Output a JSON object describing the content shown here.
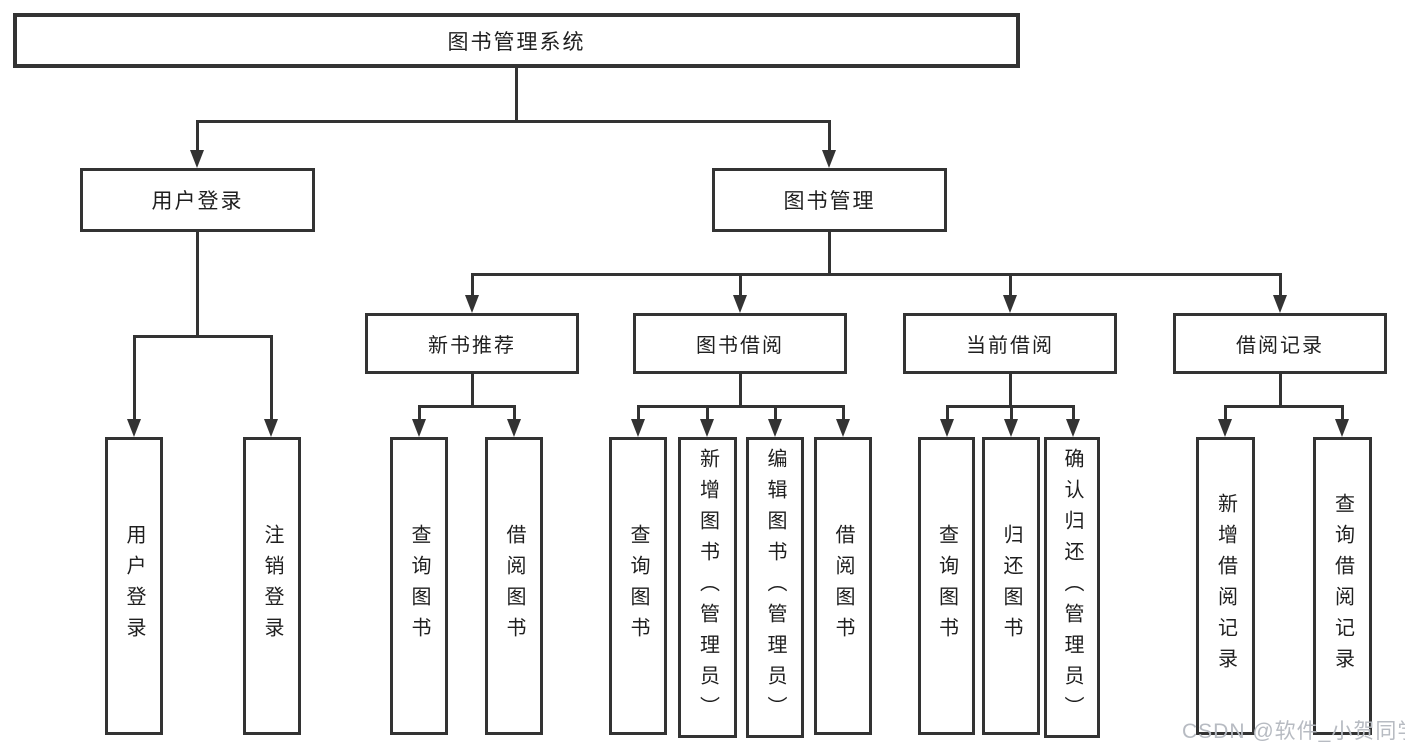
{
  "diagram": {
    "title": "图书管理系统",
    "root": {
      "label": "图书管理系统"
    },
    "level2": [
      {
        "id": "user-login",
        "label": "用户登录"
      },
      {
        "id": "book-management",
        "label": "图书管理"
      }
    ],
    "level3": [
      {
        "id": "new-book-recommend",
        "label": "新书推荐",
        "parent": "图书管理"
      },
      {
        "id": "book-borrow",
        "label": "图书借阅",
        "parent": "图书管理"
      },
      {
        "id": "current-borrow",
        "label": "当前借阅",
        "parent": "图书管理"
      },
      {
        "id": "borrow-records",
        "label": "借阅记录",
        "parent": "图书管理"
      }
    ],
    "leaves": {
      "user_login": [
        {
          "label": "用户登录"
        },
        {
          "label": "注销登录"
        }
      ],
      "new_book": [
        {
          "label": "查询图书"
        },
        {
          "label": "借阅图书"
        }
      ],
      "book_borrow": [
        {
          "label": "查询图书"
        },
        {
          "label": "新增图书（管理员）"
        },
        {
          "label": "编辑图书（管理员）"
        },
        {
          "label": "借阅图书"
        }
      ],
      "current_borrow": [
        {
          "label": "查询图书"
        },
        {
          "label": "归还图书"
        },
        {
          "label": "确认归还（管理员）"
        }
      ],
      "borrow_records": [
        {
          "label": "新增借阅记录"
        },
        {
          "label": "查询借阅记录"
        }
      ]
    }
  },
  "watermark": {
    "text": "CSDN @软件_小贺同学"
  },
  "colors": {
    "line": "#333333",
    "text": "#1f1f1f",
    "watermark": "#b7bbc2",
    "background": "#ffffff"
  }
}
